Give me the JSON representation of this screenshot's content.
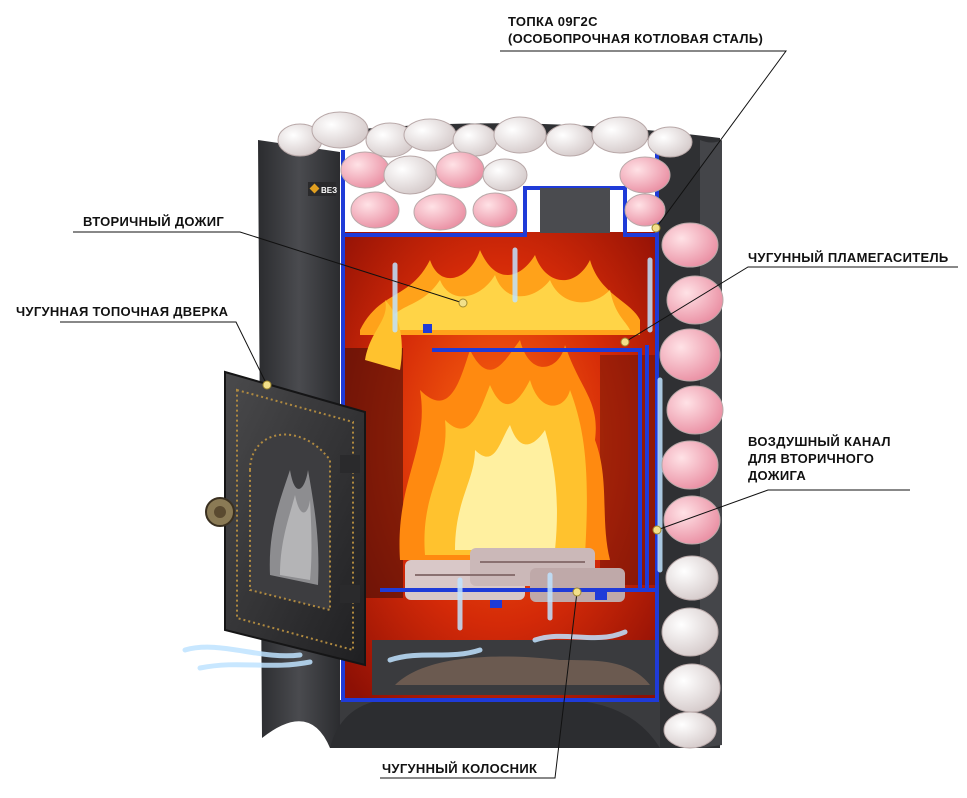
{
  "labels": {
    "firebox": {
      "line1": "ТОПКА 09Г2С",
      "line2": "(ОСОБОПРОЧНАЯ КОТЛОВАЯ СТАЛЬ)"
    },
    "secondary_burn": "ВТОРИЧНЫЙ ДОЖИГ",
    "door": "ЧУГУННАЯ ТОПОЧНАЯ ДВЕРКА",
    "flame_diffuser": "ЧУГУННЫЙ ПЛАМЕГАСИТЕЛЬ",
    "air_channel": {
      "line1": "ВОЗДУШНЫЙ КАНАЛ",
      "line2": "ДЛЯ ВТОРИЧНОГО",
      "line3": "ДОЖИГА"
    },
    "grate": "ЧУГУННЫЙ КОЛОСНИК"
  },
  "logo": "ВЕЗ",
  "colors": {
    "steel": "#3a3b3e",
    "channel": "#1f3bd8",
    "fire_dark": "#c41808",
    "fire_light": "#ffb020",
    "stone": "#efe6e6",
    "stone_hot": "#f2a9b0",
    "marker": "#f2e08a"
  },
  "icons": [
    "flame-icon",
    "air-flow-arrow-icon",
    "door-handle-icon",
    "logo-icon"
  ]
}
